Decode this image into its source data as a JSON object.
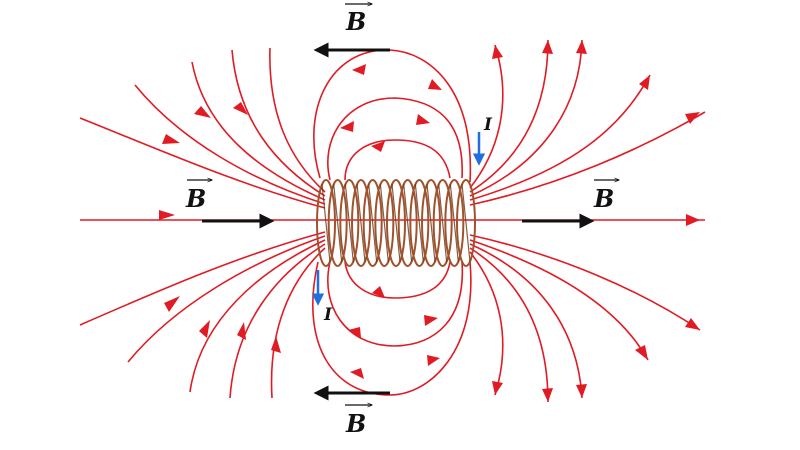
{
  "labels": {
    "b_top": "B",
    "b_left": "B",
    "b_right": "B",
    "b_bottom": "B",
    "i_top": "I",
    "i_bottom": "I"
  },
  "colors": {
    "field_line": "#e01b24",
    "b_vector": "#111111",
    "current_arrow": "#1f6fe0",
    "coil": "#a0522d",
    "coil_shadow": "#6b3410",
    "background": "#ffffff"
  }
}
